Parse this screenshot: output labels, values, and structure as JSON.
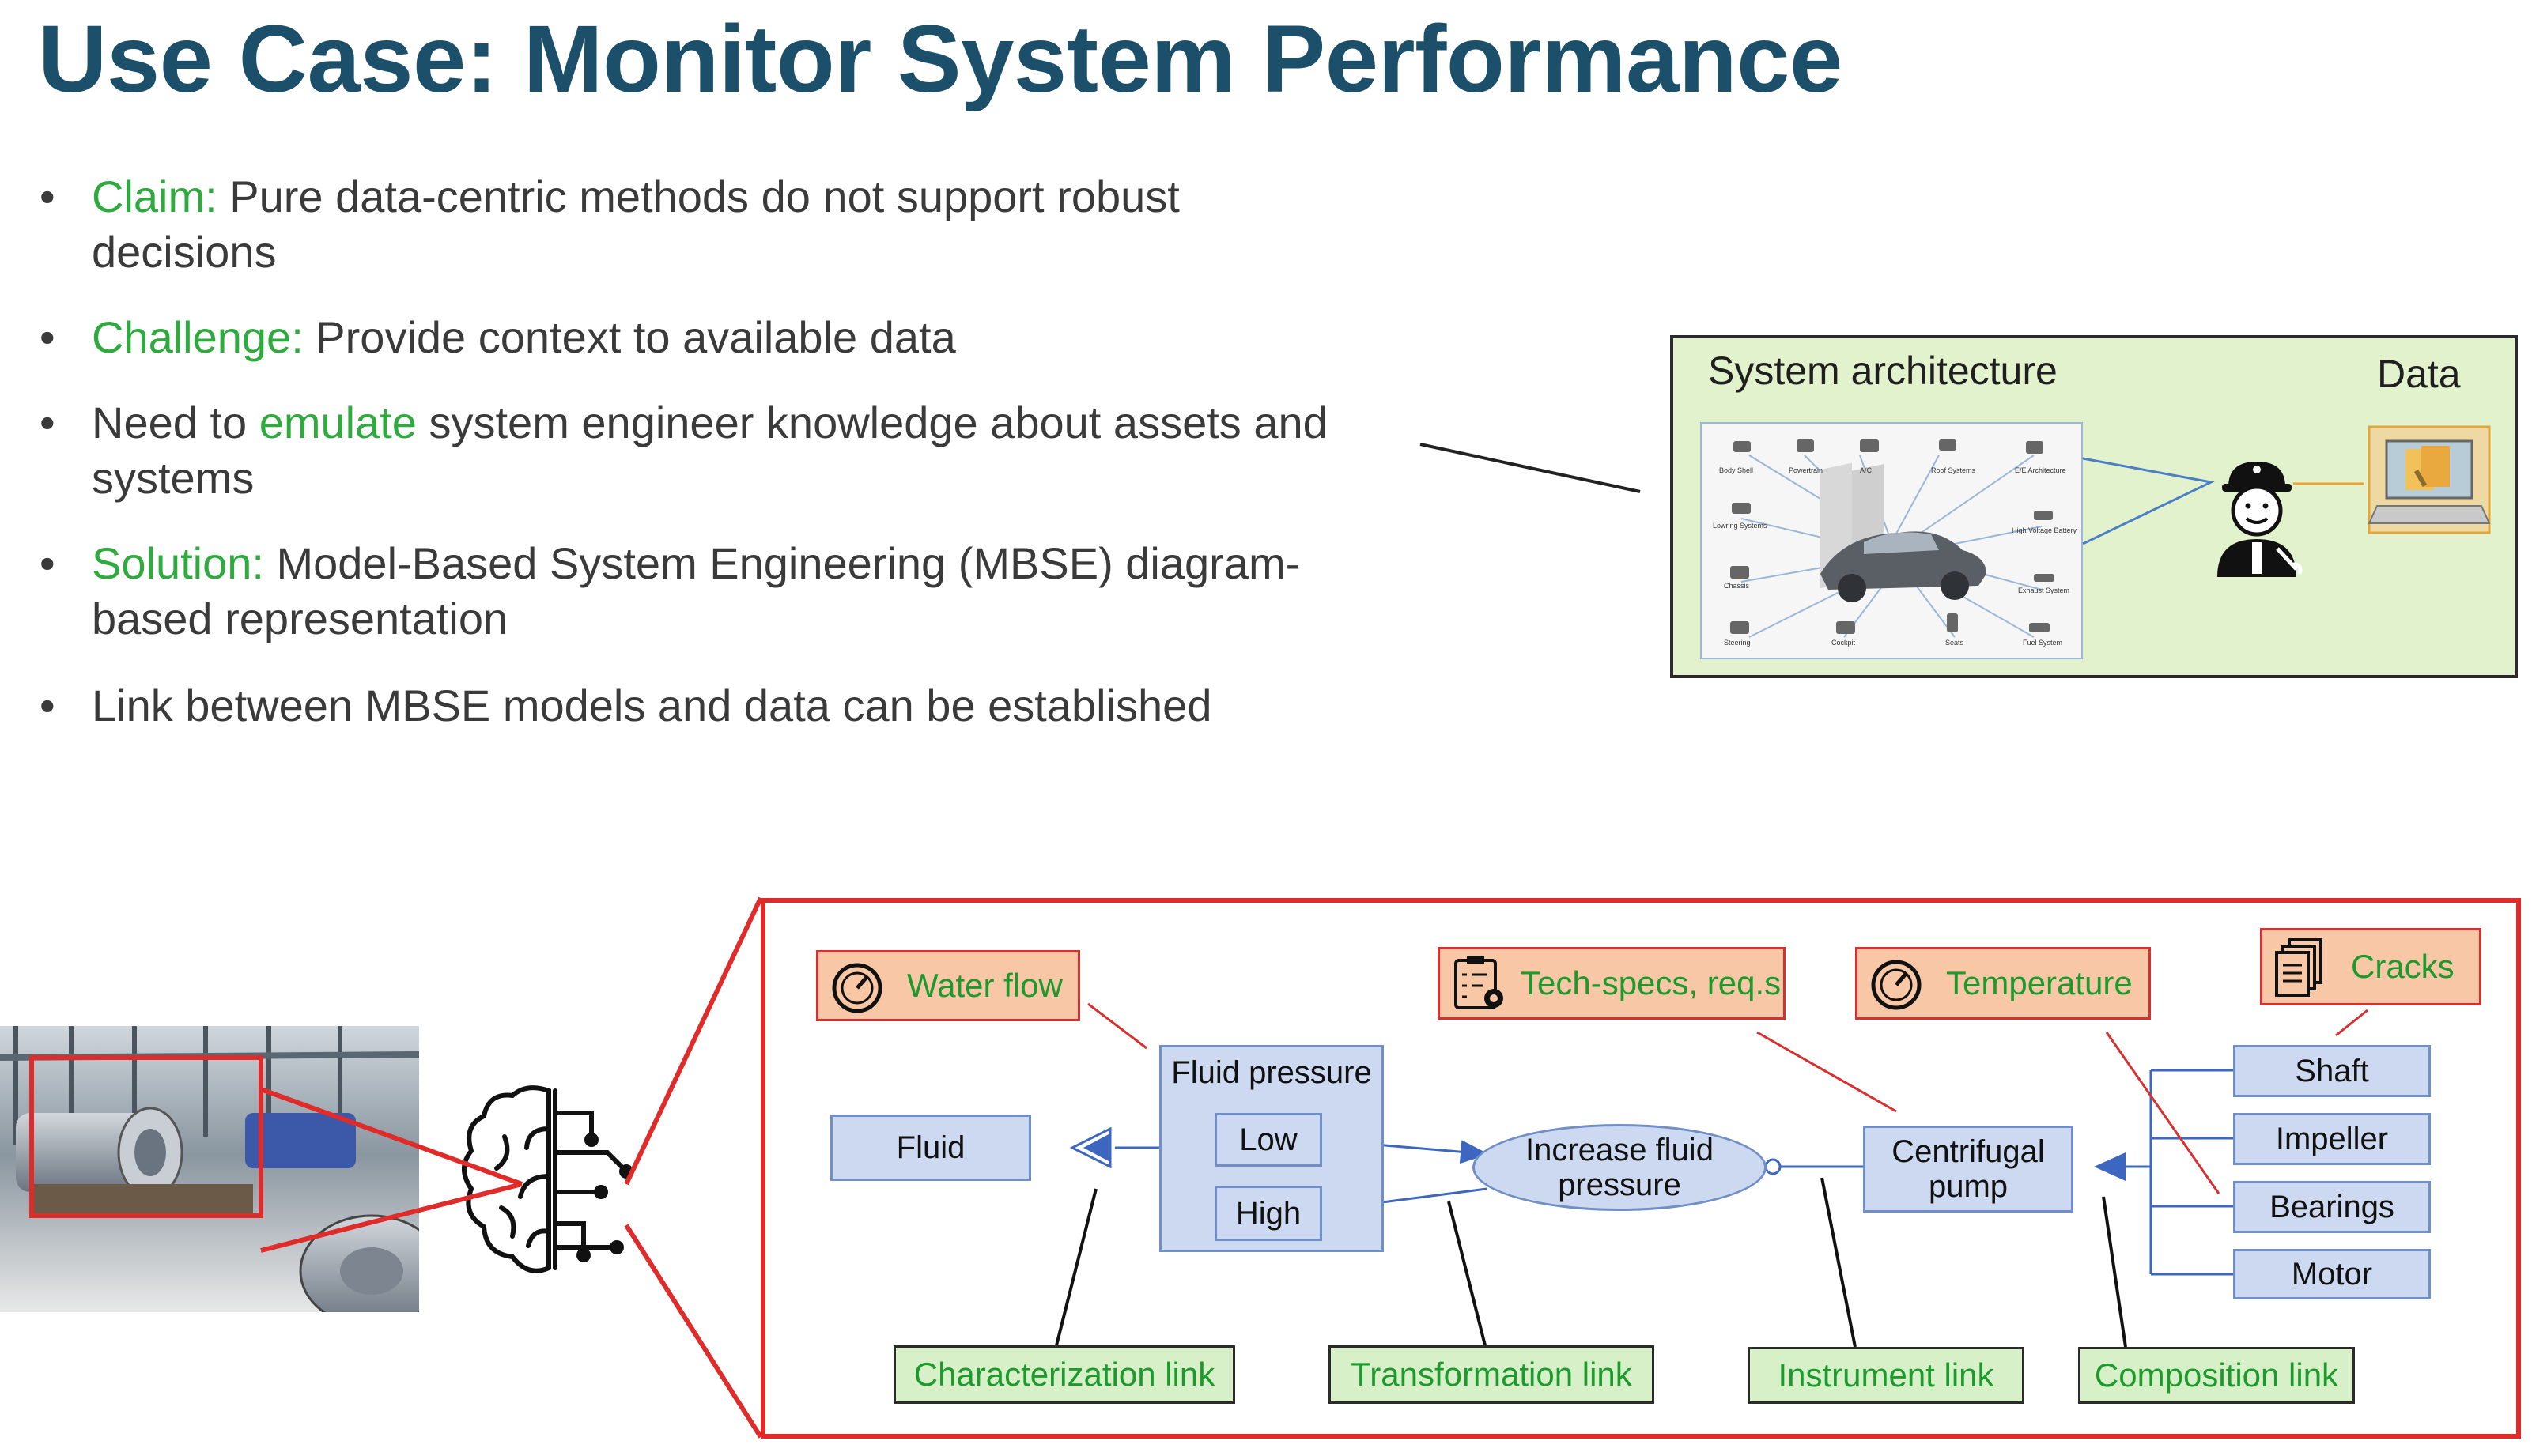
{
  "title": "Use Case: Monitor System Performance",
  "bullets": [
    {
      "lead": "Claim:",
      "text1": " Pure data-centric methods do not support robust",
      "text2": "decisions"
    },
    {
      "lead": "Challenge:",
      "text1": " Provide context to available data"
    },
    {
      "pre": "Need to ",
      "lead": "emulate",
      "text1": " system engineer knowledge about assets and",
      "text2": "systems"
    },
    {
      "lead": "Solution:",
      "text1": " Model-Based System Engineering (MBSE) diagram-",
      "text2": "based representation"
    },
    {
      "text1": "Link between MBSE models and data can be established"
    }
  ],
  "architecture": {
    "title": "System architecture",
    "data_label": "Data",
    "components": [
      "Body Shell",
      "Powertrain",
      "A/C",
      "Roof Systems",
      "E/E Architecture",
      "Lowring Systems",
      "High Voltage Battery",
      "Chassis",
      "Exhaust System",
      "Steering",
      "Cockpit",
      "Seats",
      "Fuel System"
    ]
  },
  "diagram": {
    "tags": {
      "water_flow": "Water flow",
      "tech_specs": "Tech-specs, req.s",
      "temperature": "Temperature",
      "cracks": "Cracks"
    },
    "nodes": {
      "fluid": "Fluid",
      "fluid_pressure": "Fluid pressure",
      "low": "Low",
      "high": "High",
      "increase_line1": "Increase fluid",
      "increase_line2": "pressure",
      "pump_line1": "Centrifugal",
      "pump_line2": "pump",
      "shaft": "Shaft",
      "impeller": "Impeller",
      "bearings": "Bearings",
      "motor": "Motor"
    },
    "links": {
      "characterization": "Characterization link",
      "transformation": "Transformation link",
      "instrument": "Instrument link",
      "composition": "Composition link"
    }
  },
  "colors": {
    "title": "#1c4f6a",
    "accent_green": "#2eaa3e",
    "frame_red": "#e02b2b",
    "node_blue": "#ccd9f0",
    "tag_orange": "#f8c8a6",
    "link_green": "#d8f0c8",
    "panel_green": "#e2f2cc"
  },
  "icons": [
    "gauge-icon",
    "checklist-gear-icon",
    "documents-icon",
    "mechanic-icon",
    "laptop-data-icon",
    "brain-circuit-icon",
    "car-icon"
  ]
}
